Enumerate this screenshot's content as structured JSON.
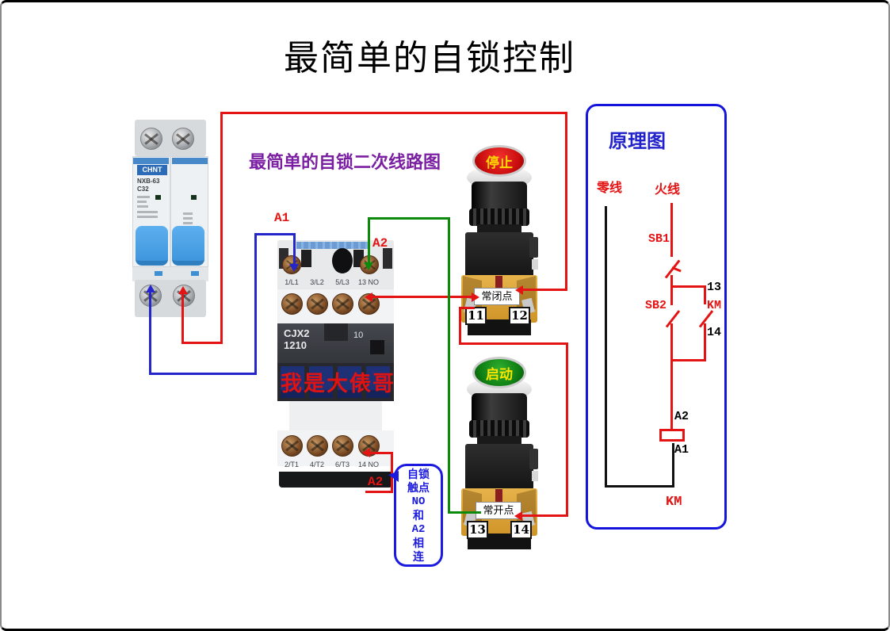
{
  "page": {
    "title": "最简单的自锁控制",
    "subtitle": "最简单的自锁二次线路图",
    "watermark": "我是大俵哥"
  },
  "breaker": {
    "brand": "CHNT",
    "model": "NXB-63",
    "rating": "C32"
  },
  "contactor": {
    "model_line1": "CJX2",
    "model_line2": "1210",
    "aux_code": "10",
    "top_terminals": [
      "1/L1",
      "3/L2",
      "5/L3",
      "13 NO"
    ],
    "bottom_terminals": [
      "2/T1",
      "4/T2",
      "6/T3",
      "14 NO"
    ]
  },
  "labels": {
    "a1": "A1",
    "a2_top": "A2",
    "a2_bottom": "A2"
  },
  "stop_button": {
    "cap": "停止",
    "contact_label": "常闭点",
    "terminal_left": "11",
    "terminal_right": "12"
  },
  "start_button": {
    "cap": "启动",
    "contact_label": "常开点",
    "terminal_left": "13",
    "terminal_right": "14"
  },
  "callout": {
    "lines": [
      "自锁",
      "触点",
      "NO",
      "和",
      "A2",
      "相",
      "连"
    ]
  },
  "schematic": {
    "title": "原理图",
    "neutral_label": "零线",
    "live_label": "火线",
    "sb1": "SB1",
    "sb2": "SB2",
    "km_contact": "KM",
    "n13": "13",
    "n14": "14",
    "a2": "A2",
    "a1": "A1",
    "km_coil": "KM"
  },
  "colors": {
    "wire_red": "#e41414",
    "wire_blue": "#2525cc",
    "wire_green": "#0b8a0b",
    "subtitle_purple": "#7b1fa2",
    "schematic_border": "#1414dd",
    "callout_blue": "#1b1be0",
    "stop_cap_red": "#c90d0d",
    "start_cap_green": "#0e7d12",
    "cap_text_yellow": "#ffd900"
  }
}
